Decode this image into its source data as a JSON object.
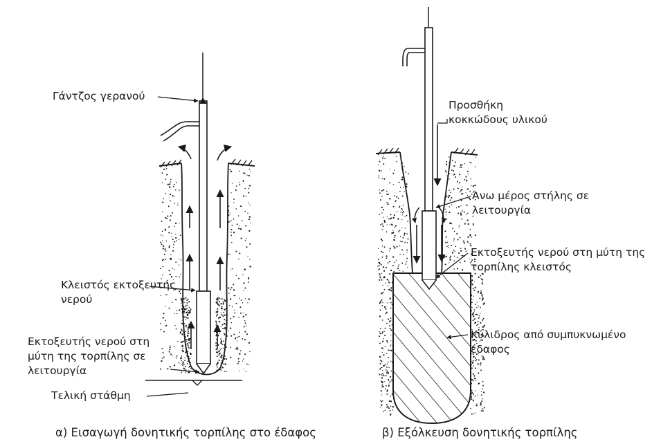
{
  "panel_a": {
    "labels": {
      "crane_hook": "Γάντζος γερανού",
      "closed_jet": "Κλειστός εκτοξευτής\nνερού",
      "tip_jet_active": "Εκτοξευτής νερού στη\nμύτη της τορπίλης σε\nλειτουργία",
      "final_level": "Τελική στάθμη"
    },
    "caption": "α) Εισαγωγή δονητικής τορπίλης στο έδαφος"
  },
  "panel_b": {
    "labels": {
      "granular_addition": "Προσθήκη\nκοκκώδους υλικού",
      "upper_column_active": "Άνω μέρος στήλης σε\nλειτουργία",
      "tip_jet_closed": "Εκτοξευτής νερού στη μύτη της\nτορπίλης κλειστός",
      "compacted_cylinder": "Κύλιδρος από συμπυκνωμένο\nέδαφος"
    },
    "caption": "β) Εξόλκευση δονητικής τορπίλης"
  },
  "colors": {
    "ink": "#1a1a1a",
    "background": "#ffffff"
  }
}
